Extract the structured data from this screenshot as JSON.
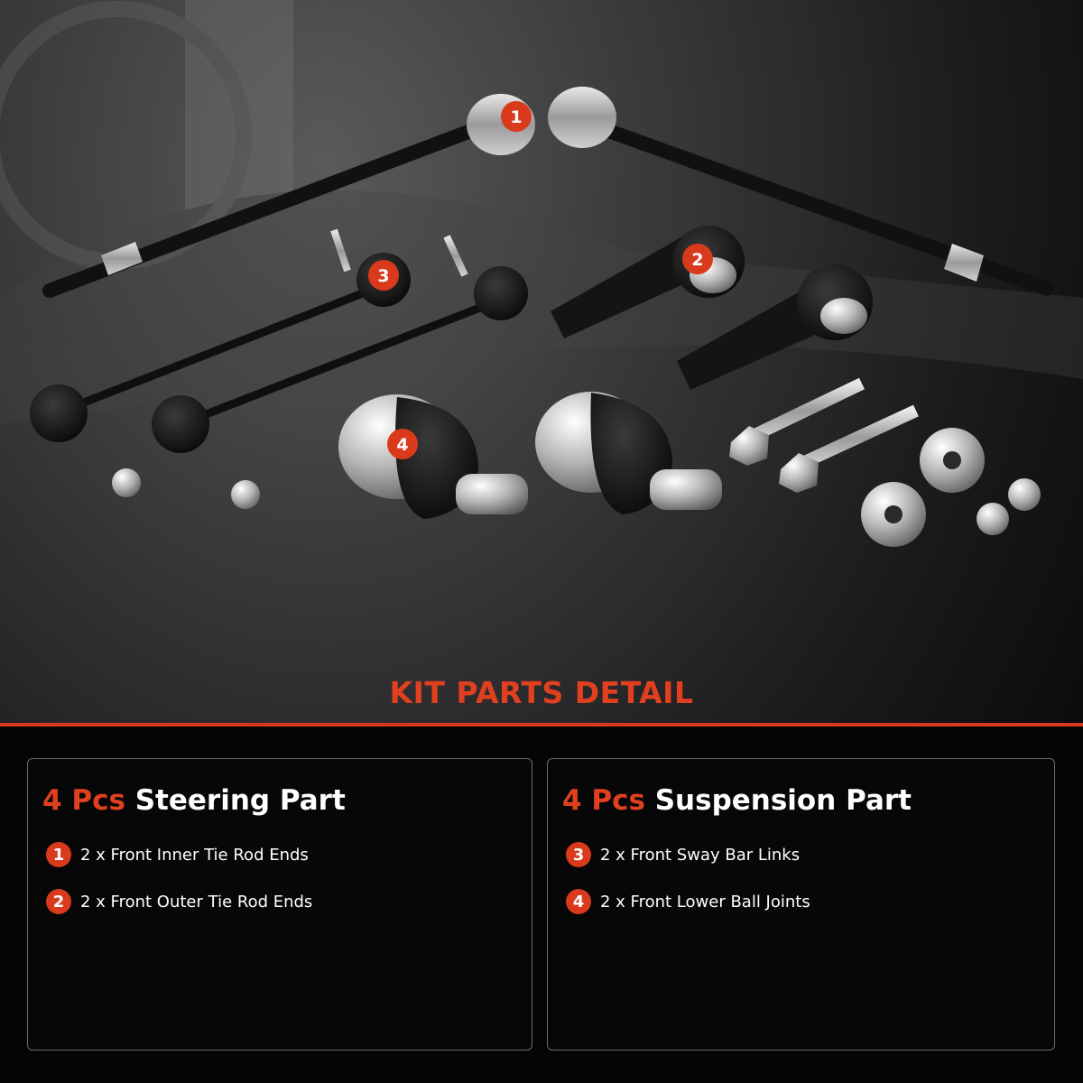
{
  "section_title": "KIT PARTS DETAIL",
  "product_badges": [
    "1",
    "2",
    "3",
    "4"
  ],
  "steering": {
    "qty": "4 Pcs",
    "title": "Steering Part",
    "items": [
      {
        "num": "1",
        "text": "2 x Front Inner Tie Rod Ends"
      },
      {
        "num": "2",
        "text": "2 x Front Outer Tie Rod Ends"
      }
    ]
  },
  "suspension": {
    "qty": "4 Pcs",
    "title": "Suspension Part",
    "items": [
      {
        "num": "3",
        "text": "2 x Front Sway Bar Links"
      },
      {
        "num": "4",
        "text": "2 x Front Lower Ball Joints"
      }
    ]
  },
  "colors": {
    "accent": "#e1401f",
    "background": "#050505",
    "text": "#ffffff"
  }
}
